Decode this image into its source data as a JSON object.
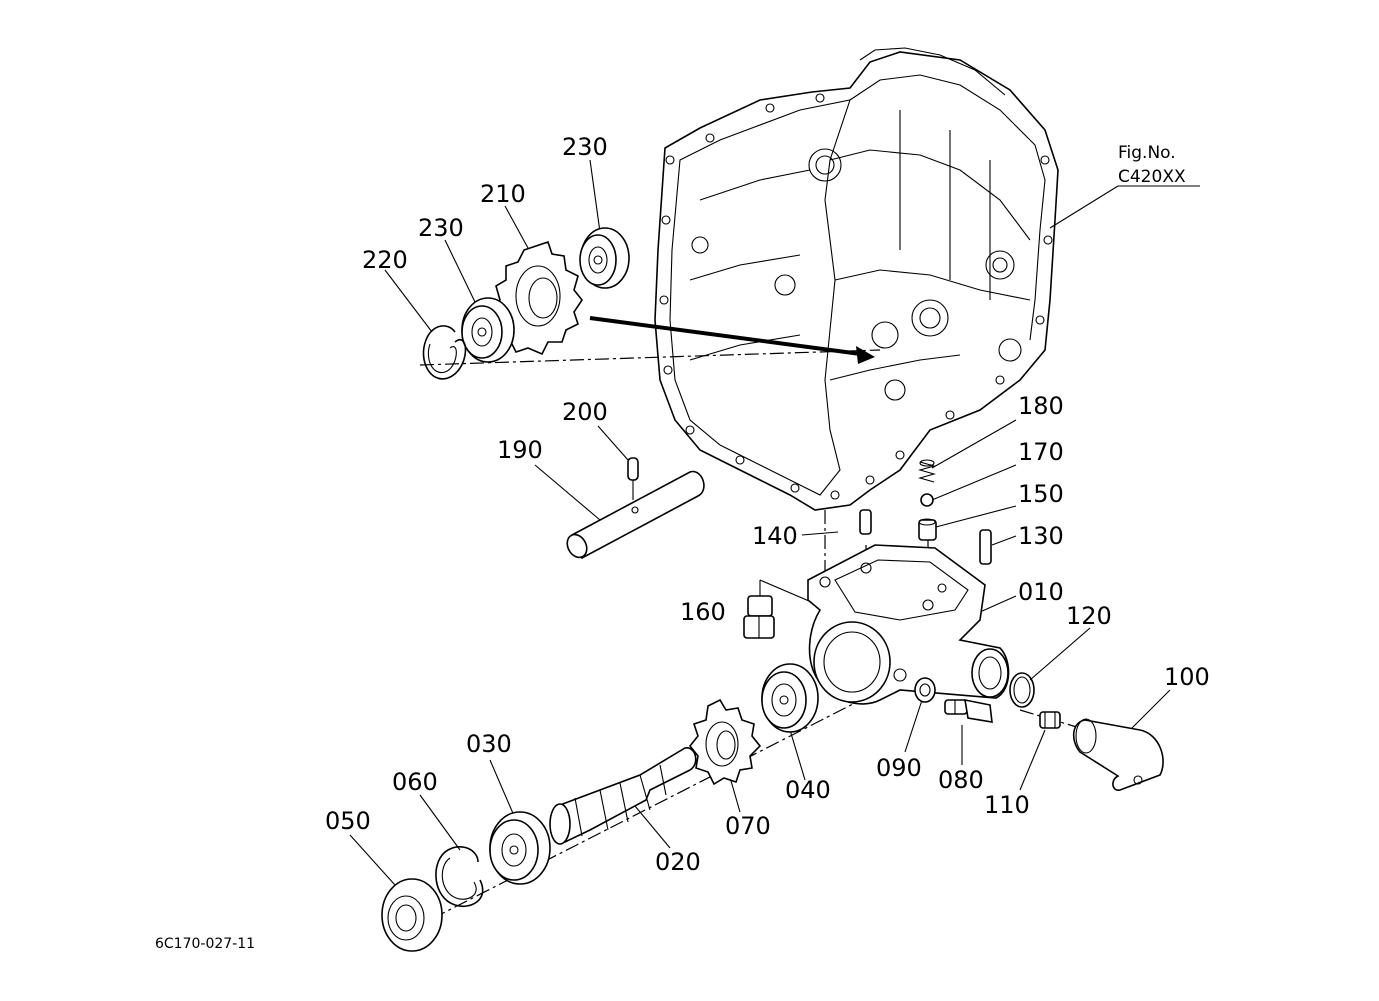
{
  "figure": {
    "fig_no_label": "Fig.No.",
    "fig_no_value": "C420XX",
    "drawing_code": "6C170-027-11"
  },
  "callouts": [
    {
      "id": "c230a",
      "text": "230"
    },
    {
      "id": "c210",
      "text": "210"
    },
    {
      "id": "c230b",
      "text": "230"
    },
    {
      "id": "c220",
      "text": "220"
    },
    {
      "id": "c200",
      "text": "200"
    },
    {
      "id": "c190",
      "text": "190"
    },
    {
      "id": "c180",
      "text": "180"
    },
    {
      "id": "c170",
      "text": "170"
    },
    {
      "id": "c150",
      "text": "150"
    },
    {
      "id": "c140",
      "text": "140"
    },
    {
      "id": "c130",
      "text": "130"
    },
    {
      "id": "c010",
      "text": "010"
    },
    {
      "id": "c120",
      "text": "120"
    },
    {
      "id": "c160",
      "text": "160"
    },
    {
      "id": "c100",
      "text": "100"
    },
    {
      "id": "c090",
      "text": "090"
    },
    {
      "id": "c080",
      "text": "080"
    },
    {
      "id": "c110",
      "text": "110"
    },
    {
      "id": "c040",
      "text": "040"
    },
    {
      "id": "c070",
      "text": "070"
    },
    {
      "id": "c030",
      "text": "030"
    },
    {
      "id": "c060",
      "text": "060"
    },
    {
      "id": "c020",
      "text": "020"
    },
    {
      "id": "c050",
      "text": "050"
    }
  ]
}
